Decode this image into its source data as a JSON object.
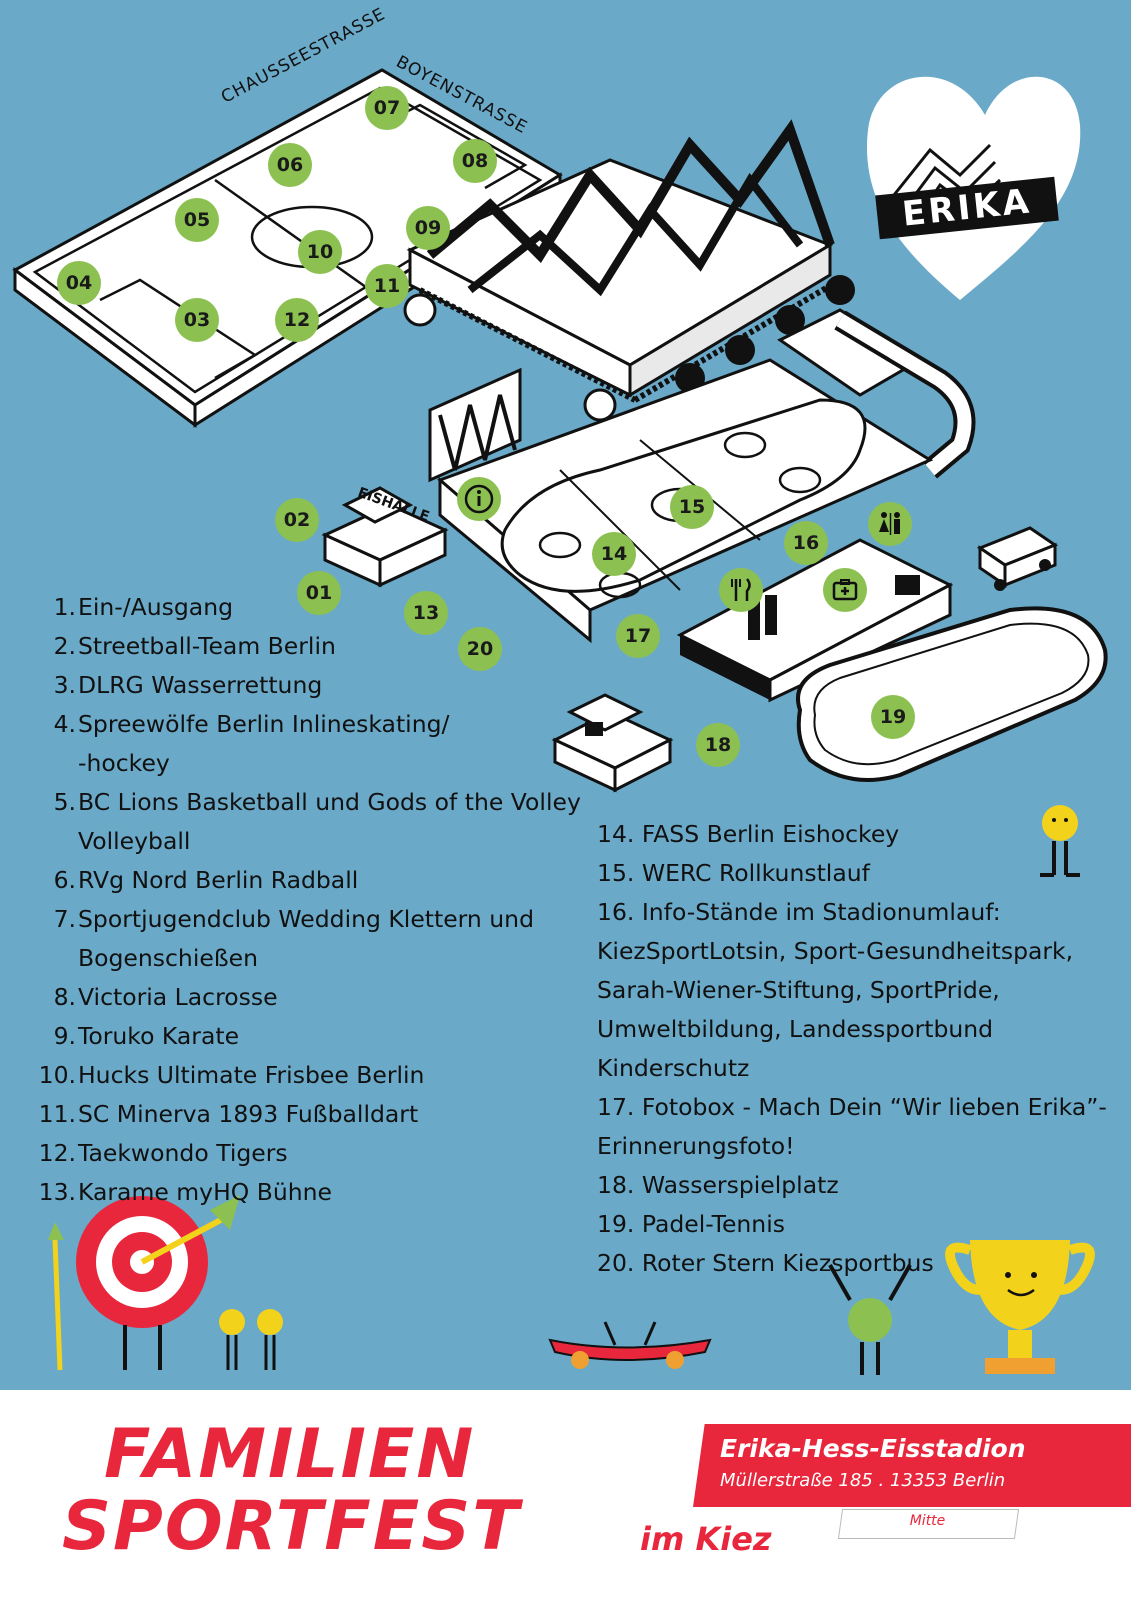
{
  "streets": {
    "chaussee": "CHAUSSEESTRASSE",
    "boyen": "BOYENSTRASSE"
  },
  "logo": {
    "erika": "ERIKA"
  },
  "buildings": {
    "eishalle": "EISHALLE"
  },
  "markers": {
    "m01": "01",
    "m02": "02",
    "m03": "03",
    "m04": "04",
    "m05": "05",
    "m06": "06",
    "m07": "07",
    "m08": "08",
    "m09": "09",
    "m10": "10",
    "m11": "11",
    "m12": "12",
    "m13": "13",
    "m14": "14",
    "m15": "15",
    "m16": "16",
    "m17": "17",
    "m18": "18",
    "m19": "19",
    "m20": "20"
  },
  "icons": {
    "info": "info-icon",
    "toilet": "toilet-icon",
    "food": "food-icon",
    "firstaid": "first-aid-icon"
  },
  "legend_left": [
    {
      "num": "1.",
      "text": "Ein-/Ausgang"
    },
    {
      "num": "2.",
      "text": "Streetball-Team Berlin"
    },
    {
      "num": "3.",
      "text": "DLRG Wasserrettung"
    },
    {
      "num": "4.",
      "text": "Spreewölfe Berlin Inlineskating/"
    },
    {
      "num": "",
      "text": "-hockey"
    },
    {
      "num": "5.",
      "text": "BC Lions Basketball und Gods of the Volley"
    },
    {
      "num": "",
      "text": "Volleyball"
    },
    {
      "num": "6.",
      "text": "RVg Nord Berlin Radball"
    },
    {
      "num": "7.",
      "text": "Sportjugendclub Wedding Klettern und"
    },
    {
      "num": "",
      "text": "Bogenschießen"
    },
    {
      "num": "8.",
      "text": "Victoria Lacrosse"
    },
    {
      "num": "9.",
      "text": "Toruko Karate"
    },
    {
      "num": "10.",
      "text": "Hucks Ultimate Frisbee Berlin"
    },
    {
      "num": "11.",
      "text": "SC Minerva 1893 Fußballdart"
    },
    {
      "num": "12.",
      "text": "Taekwondo Tigers"
    },
    {
      "num": "13.",
      "text": "Karame myHQ Bühne"
    }
  ],
  "legend_right": [
    "14. FASS Berlin Eishockey",
    "15. WERC Rollkunstlauf",
    "16. Info-Stände im Stadionumlauf:",
    "KiezSportLotsin, Sport-Gesundheitspark,",
    "Sarah-Wiener-Stiftung, SportPride,",
    "Umweltbildung, Landessportbund",
    "Kinderschutz",
    "17. Fotobox - Mach Dein “Wir lieben Erika”-",
    "Erinnerungsfoto!",
    "18. Wasserspielplatz",
    "19. Padel-Tennis",
    "20. Roter Stern Kiezsportbus"
  ],
  "footer": {
    "title_line1": "FAMILIEN",
    "title_line2": "SPORTFEST",
    "title_suffix": "im Kiez",
    "venue": "Erika-Hess-Eisstadion",
    "address": "Müllerstraße 185 . 13353 Berlin",
    "district": "Mitte"
  },
  "colors": {
    "background": "#6aa9c8",
    "marker": "#8cc152",
    "brand_red": "#e8263c"
  }
}
